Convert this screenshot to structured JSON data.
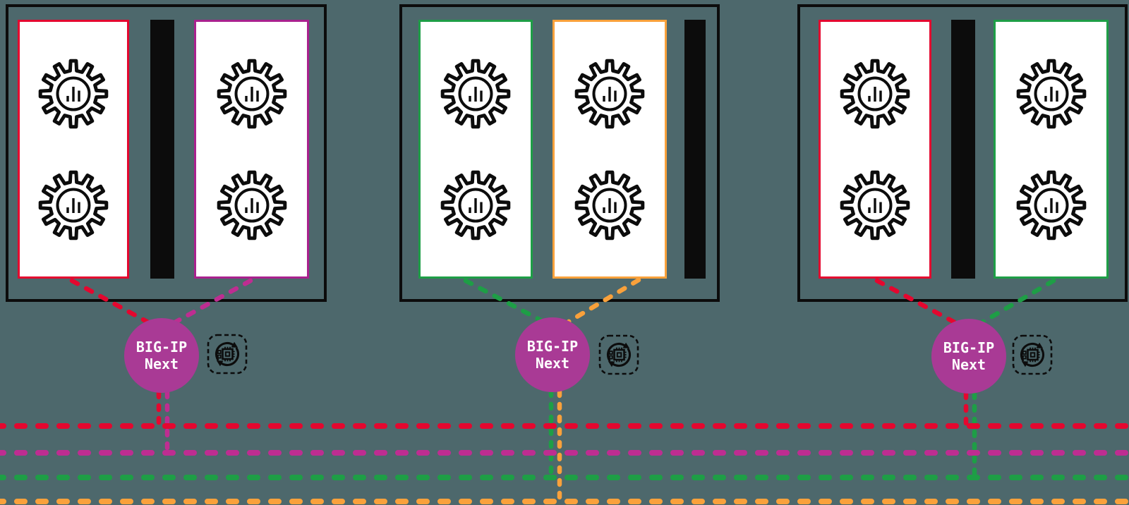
{
  "colors": {
    "bg": "#4D686C",
    "ink": "#0C0C0C",
    "card": "#FFFFFF",
    "red": "#E4072F",
    "magenta": "#BE2D91",
    "purple": "#A9218E",
    "green": "#1E9E46",
    "orange": "#F9A13B",
    "node": "#A93A95",
    "text": "#FFFFFF"
  },
  "diagram": {
    "type": "topology-diagram",
    "chassis": [
      {
        "id": 1,
        "slots": [
          {
            "kind": "tenant-card",
            "accent": "red",
            "gear_icons": 2
          },
          {
            "kind": "blade-bar"
          },
          {
            "kind": "tenant-card",
            "accent": "purple",
            "gear_icons": 2
          }
        ],
        "node": {
          "label_line1": "BIG-IP",
          "label_line2": "Next"
        },
        "side_icon": "automation-refresh-chip-icon",
        "link_colors": [
          "red",
          "magenta"
        ]
      },
      {
        "id": 2,
        "slots": [
          {
            "kind": "tenant-card",
            "accent": "green",
            "gear_icons": 2
          },
          {
            "kind": "tenant-card",
            "accent": "orange",
            "gear_icons": 2
          },
          {
            "kind": "blade-bar"
          }
        ],
        "node": {
          "label_line1": "BIG-IP",
          "label_line2": "Next"
        },
        "side_icon": "automation-refresh-chip-icon",
        "link_colors": [
          "green",
          "orange"
        ]
      },
      {
        "id": 3,
        "slots": [
          {
            "kind": "tenant-card",
            "accent": "red",
            "gear_icons": 2
          },
          {
            "kind": "blade-bar"
          },
          {
            "kind": "tenant-card",
            "accent": "green",
            "gear_icons": 2
          }
        ],
        "node": {
          "label_line1": "BIG-IP",
          "label_line2": "Next"
        },
        "side_icon": "automation-refresh-chip-icon",
        "link_colors": [
          "red",
          "green"
        ]
      }
    ],
    "bus_lines": [
      {
        "name": "red-bus-line",
        "color": "red"
      },
      {
        "name": "magenta-bus-line",
        "color": "magenta"
      },
      {
        "name": "green-bus-line",
        "color": "green"
      },
      {
        "name": "orange-bus-line",
        "color": "orange"
      }
    ]
  }
}
